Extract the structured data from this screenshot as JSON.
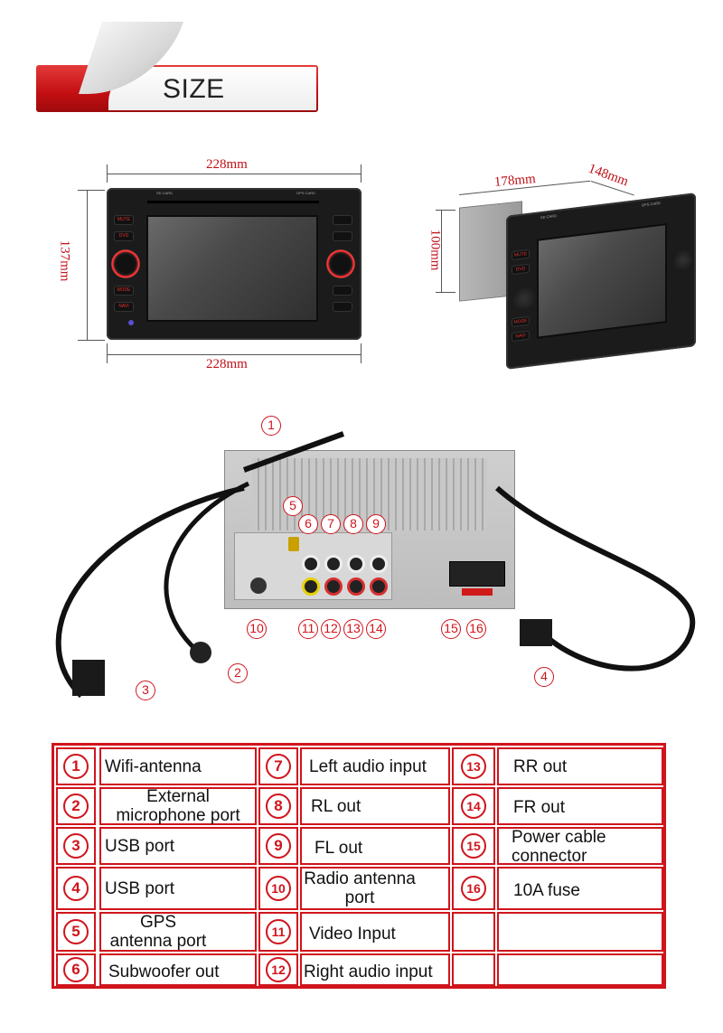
{
  "banner": {
    "title": "SIZE"
  },
  "dimensions": {
    "front_width_top": "228mm",
    "front_width_bottom": "228mm",
    "front_height": "137mm",
    "side_width": "178mm",
    "side_depth": "148mm",
    "side_height": "100mm"
  },
  "device_front": {
    "left_buttons": [
      "MUTE",
      "DVD",
      "MODE",
      "NAVI"
    ],
    "slot_left": "SD CARD",
    "slot_right": "GPS CARD"
  },
  "device_side": {
    "left_buttons": [
      "MUTE",
      "DVD",
      "MODE",
      "NAVI"
    ],
    "slot_left": "SD CARD",
    "slot_right": "GPS CARD"
  },
  "callouts": [
    "1",
    "2",
    "3",
    "4",
    "5",
    "6",
    "7",
    "8",
    "9",
    "10",
    "11",
    "12",
    "13",
    "14",
    "15",
    "16"
  ],
  "legend": [
    {
      "num": "1",
      "label": "Wifi-antenna"
    },
    {
      "num": "2",
      "label": "External microphone port"
    },
    {
      "num": "3",
      "label": "USB port"
    },
    {
      "num": "4",
      "label": "USB port"
    },
    {
      "num": "5",
      "label": "GPS antenna port"
    },
    {
      "num": "6",
      "label": "Subwoofer out"
    },
    {
      "num": "7",
      "label": "Left audio input"
    },
    {
      "num": "8",
      "label": "RL out"
    },
    {
      "num": "9",
      "label": "FL out"
    },
    {
      "num": "10",
      "label": "Radio antenna port"
    },
    {
      "num": "11",
      "label": "Video Input"
    },
    {
      "num": "12",
      "label": "Right audio input"
    },
    {
      "num": "13",
      "label": "RR out"
    },
    {
      "num": "14",
      "label": "FR out"
    },
    {
      "num": "15",
      "label": "Power cable connector"
    },
    {
      "num": "16",
      "label": "10A fuse"
    }
  ],
  "colors": {
    "accent": "#d0141c",
    "banner": "#c20f12"
  }
}
